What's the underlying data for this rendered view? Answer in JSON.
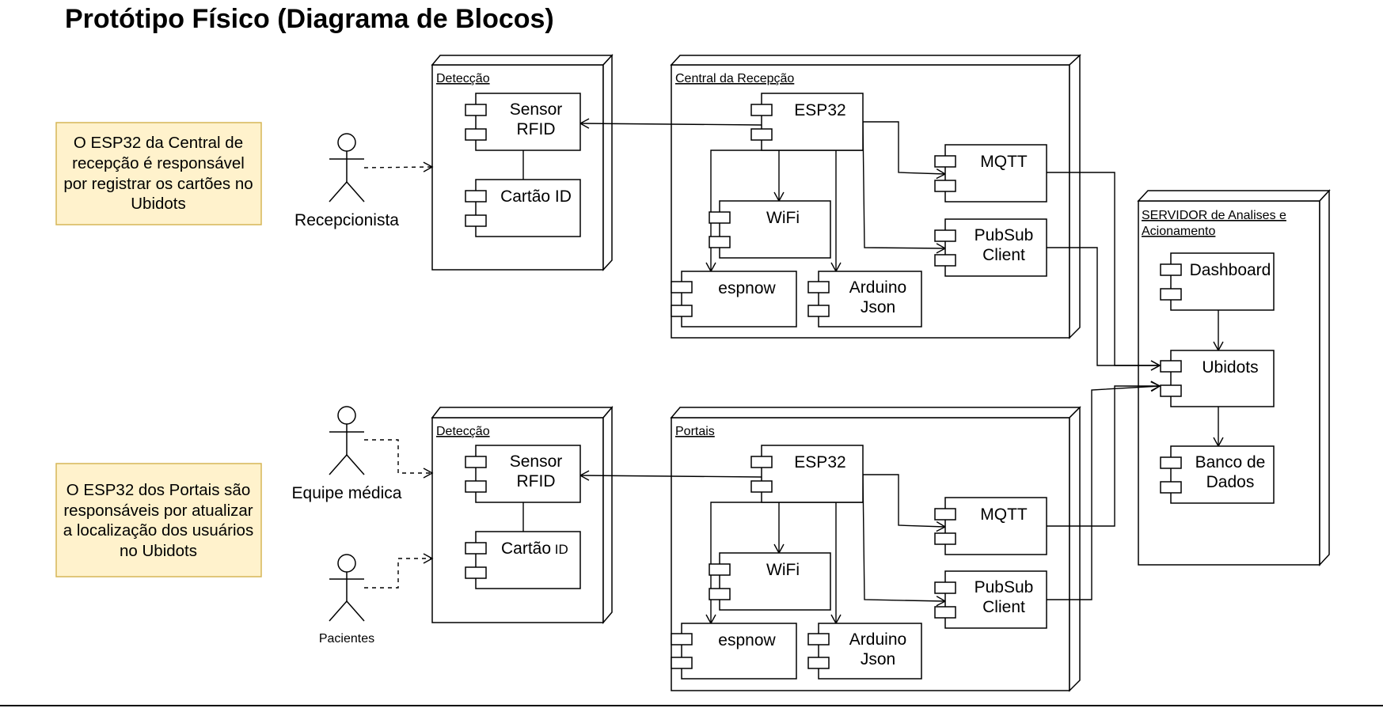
{
  "title": "Protótipo Físico (Diagrama de Blocos)",
  "colors": {
    "note_fill": "#fff2cc",
    "note_stroke": "#d6b656",
    "line": "#000000"
  },
  "notes": {
    "top": [
      "O ESP32 da Central de",
      "recepção é responsável",
      "por registrar os cartões no",
      "Ubidots"
    ],
    "bottom": [
      "O ESP32 dos Portais são",
      "responsáveis por atualizar",
      "a localização dos usuários",
      "no Ubidots"
    ]
  },
  "actors": {
    "recepcionista": "Recepcionista",
    "equipe": "Equipe médica",
    "pacientes": "Pacientes"
  },
  "nodes": {
    "deteccao_top": "Detecção",
    "central": "Central da Recepção",
    "deteccao_bottom": "Detecção",
    "portais": "Portais",
    "servidor": [
      "SERVIDOR de Analises e",
      "Acionamento"
    ]
  },
  "components": {
    "sensor_rfid": [
      "Sensor",
      "RFID"
    ],
    "cartao_id": "Cartão ID",
    "cartao_id_b": "Cartão",
    "cartao_id_b_suffix": "ID",
    "esp32": "ESP32",
    "mqtt": "MQTT",
    "wifi": "WiFi",
    "pubsub": [
      "PubSub",
      "Client"
    ],
    "espnow": "espnow",
    "arduino_json": [
      "Arduino",
      "Json"
    ],
    "dashboard": "Dashboard",
    "ubidots": "Ubidots",
    "banco": [
      "Banco de",
      "Dados"
    ]
  }
}
